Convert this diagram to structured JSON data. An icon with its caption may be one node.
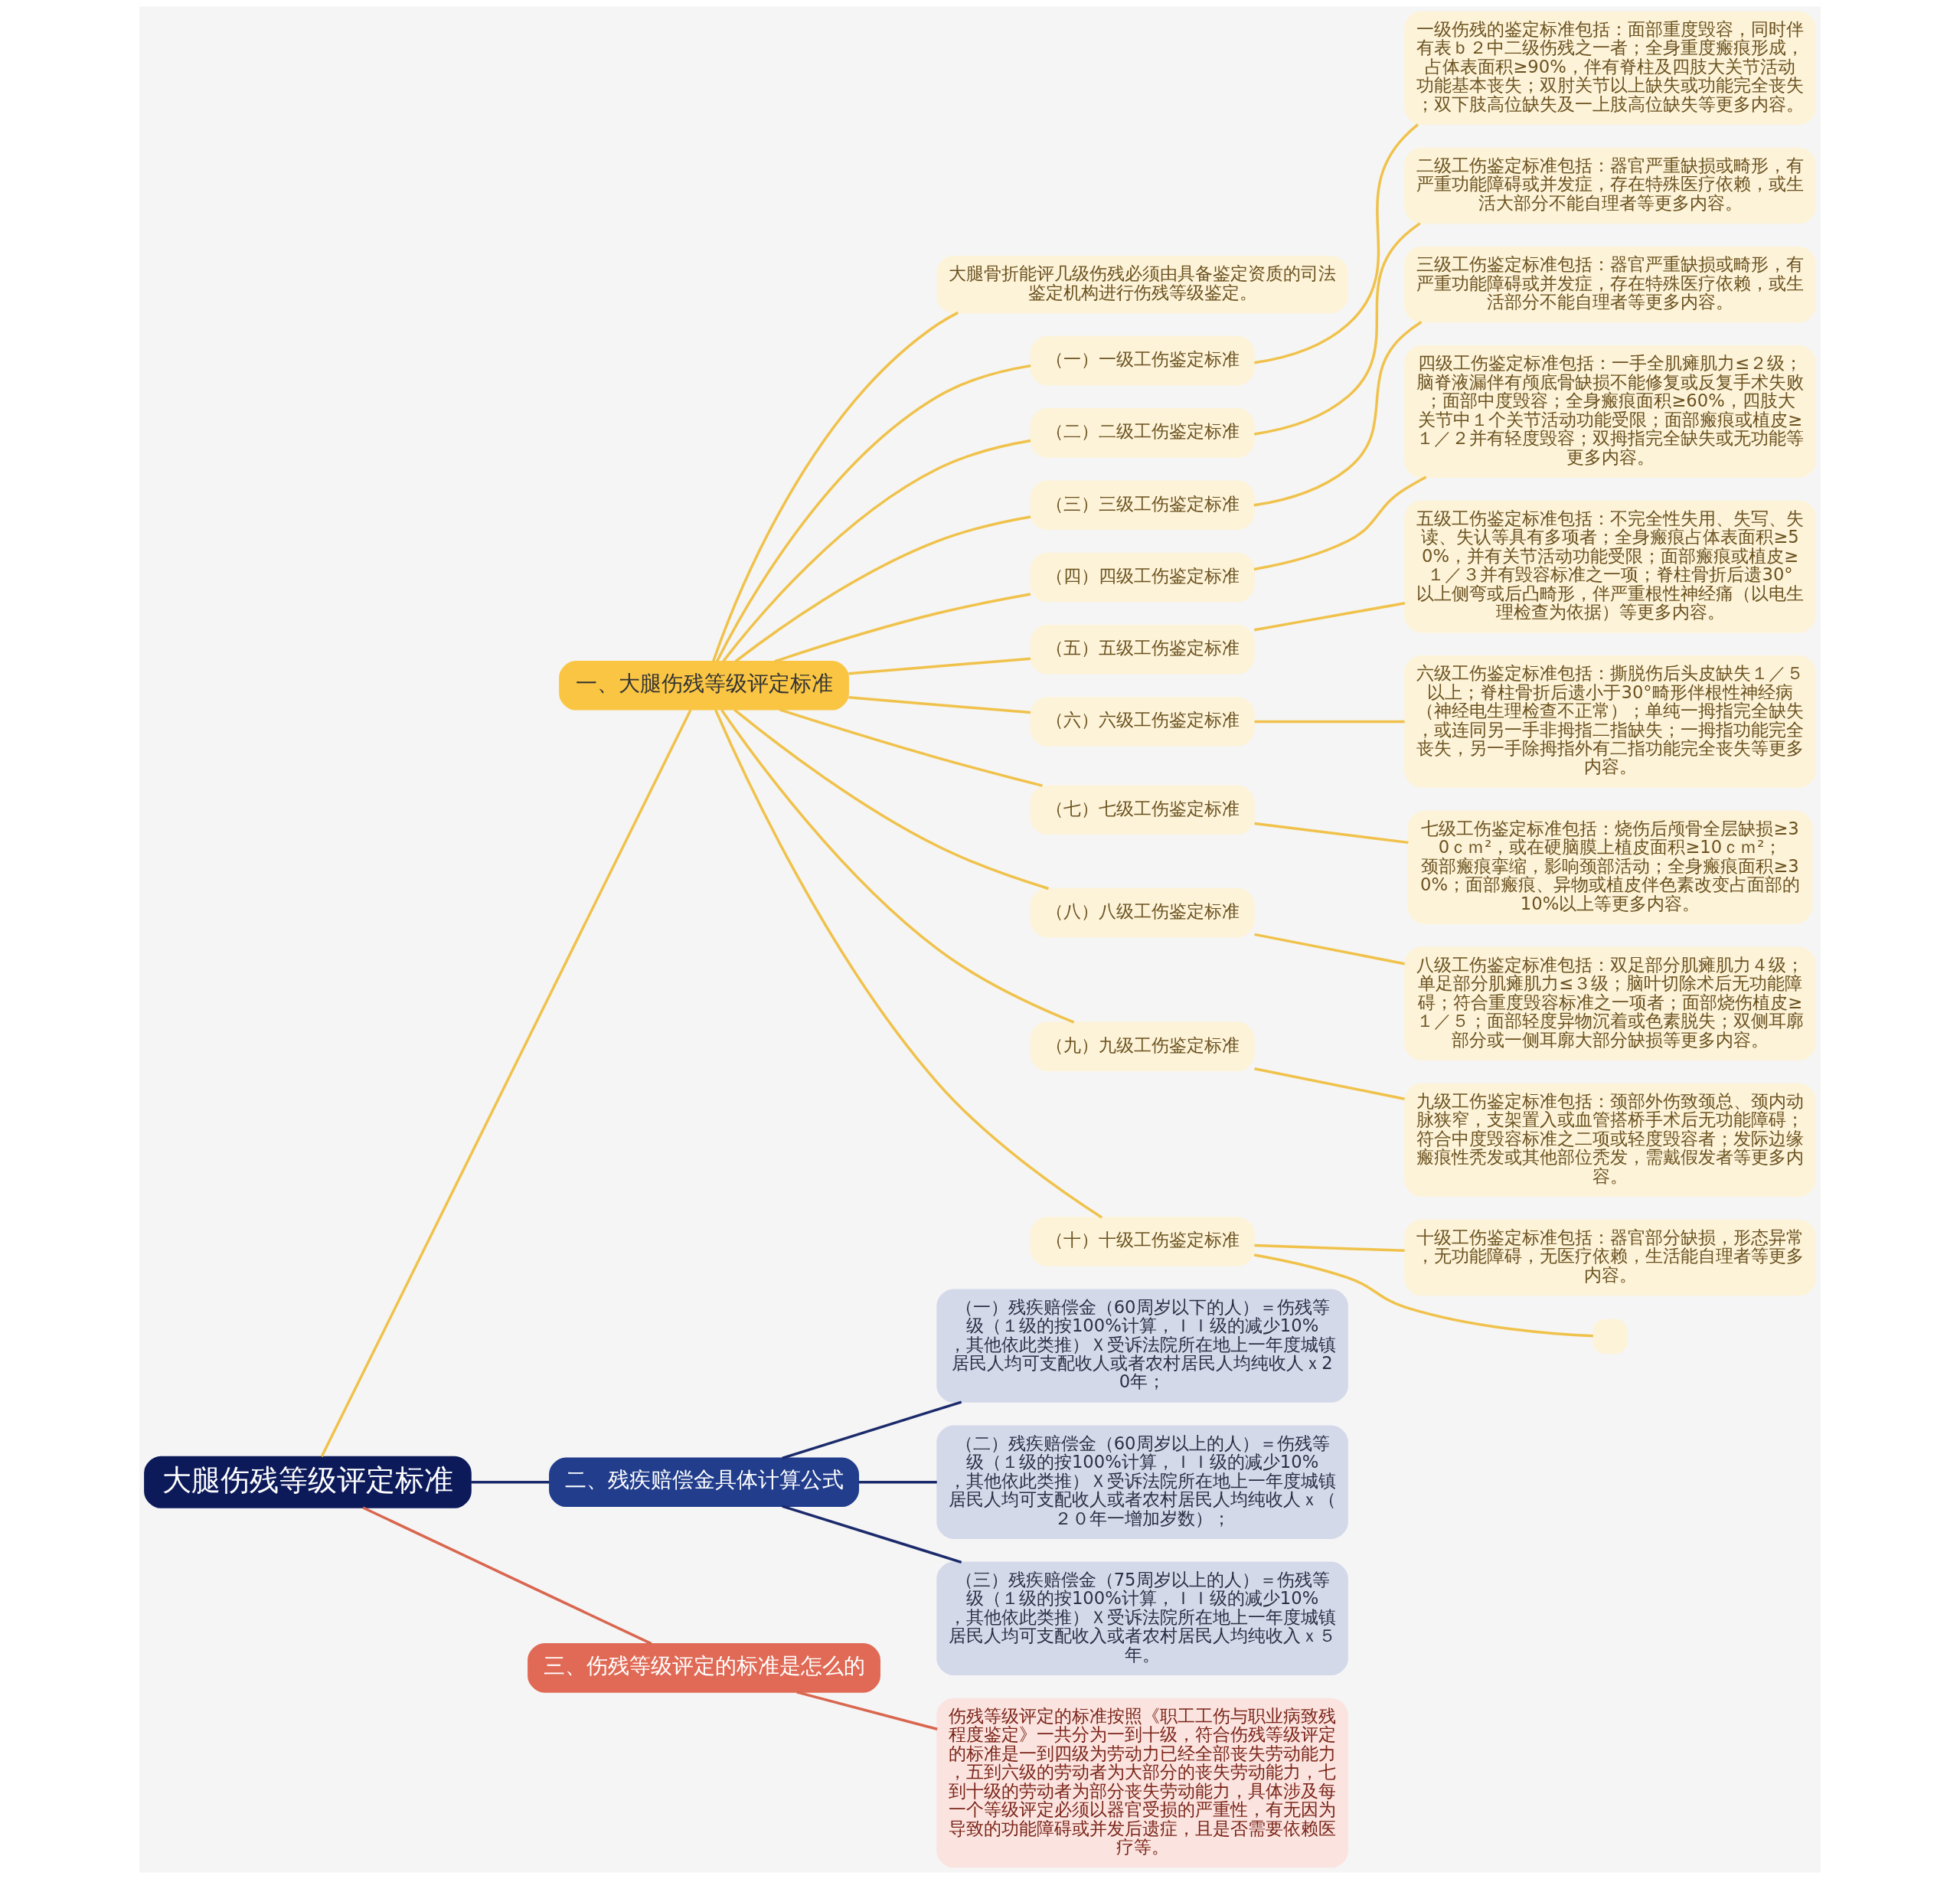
{
  "diagram": {
    "nodes": [
      {
        "text": [
          "大腿伤残等级评定标准"
        ]
      },
      {
        "text": [
          "一、大腿伤残等级评定标准"
        ]
      },
      {
        "text": [
          "大腿骨折能评几级伤残必须由具备鉴定资质的司法鉴定机构进行伤残等级鉴定。"
        ]
      },
      {
        "text": [
          "（一）一级工伤鉴定标准"
        ]
      },
      {
        "text": [
          "一级伤残的鉴定标准包括：面部重度毁容，同时伴有表ｂ２中二级伤残之一者；全身重度瘢痕形成，占体表面积≥90%，伴有脊柱及四肢大关节活动功能基本丧失；双肘关节以上缺失或功能完全丧失；双下肢高位缺失及一上肢高位缺失等更多内容。"
        ]
      },
      {
        "text": [
          "（二）二级工伤鉴定标准"
        ]
      },
      {
        "text": [
          "二级工伤鉴定标准包括：器官严重缺损或畸形，有严重功能障碍或并发症，存在特殊医疗依赖，或生活大部分不能自理者等更多内容。"
        ]
      },
      {
        "text": [
          "（三）三级工伤鉴定标准"
        ]
      },
      {
        "text": [
          "三级工伤鉴定标准包括：器官严重缺损或畸形，有严重功能障碍或并发症，存在特殊医疗依赖，或生活部分不能自理者等更多内容。"
        ]
      },
      {
        "text": [
          "（四）四级工伤鉴定标准"
        ]
      },
      {
        "text": [
          "四级工伤鉴定标准包括：一手全肌瘫肌力≤２级；脑脊液漏伴有颅底骨缺损不能修复或反复手术失败；面部中度毁容；全身瘢痕面积≥60%，四肢大关节中１个关节活动功能受限；面部瘢痕或植皮≥１／２并有轻度毁容；双拇指完全缺失或无功能等更多内容。"
        ]
      },
      {
        "text": [
          "（五）五级工伤鉴定标准"
        ]
      },
      {
        "text": [
          "五级工伤鉴定标准包括：不完全性失用、失写、失读、失认等具有多项者；全身瘢痕占体表面积≥50%，并有关节活动功能受限；面部瘢痕或植皮≥１／３并有毁容标准之一项；脊柱骨折后遗30°以上侧弯或后凸畸形，伴严重根性神经痛（以电生理检查为依据）等更多内容。"
        ]
      },
      {
        "text": [
          "（六）六级工伤鉴定标准"
        ]
      },
      {
        "text": [
          "六级工伤鉴定标准包括：撕脱伤后头皮缺失１／５以上；脊柱骨折后遗小于30°畸形伴根性神经病（神经电生理检查不正常）；单纯一拇指完全缺失，或连同另一手非拇指二指缺失；一拇指功能完全丧失，另一手除拇指外有二指功能完全丧失等更多内容。"
        ]
      },
      {
        "text": [
          "（七）七级工伤鉴定标准"
        ]
      },
      {
        "text": [
          "七级工伤鉴定标准包括：烧伤后颅骨全层缺损≥30ｃｍ²，或在硬脑膜上植皮面积≥10ｃｍ²；颈部瘢痕挛缩，影响颈部活动；全身瘢痕面积≥30%；面部瘢痕、异物或植皮伴色素改变占面部的10%以上等更多内容。"
        ]
      },
      {
        "text": [
          "（八）八级工伤鉴定标准"
        ]
      },
      {
        "text": [
          "八级工伤鉴定标准包括：双足部分肌瘫肌力４级；单足部分肌瘫肌力≤３级；脑叶切除术后无功能障碍；符合重度毁容标准之一项者；面部烧伤植皮≥１／５；面部轻度异物沉着或色素脱失；双侧耳廓部分或一侧耳廓大部分缺损等更多内容。"
        ]
      },
      {
        "text": [
          "（九）九级工伤鉴定标准"
        ]
      },
      {
        "text": [
          "九级工伤鉴定标准包括：颈部外伤致颈总、颈内动脉狭窄，支架置入或血管搭桥手术后无功能障碍；符合中度毁容标准之二项或轻度毁容者；发际边缘瘢痕性秃发或其他部位秃发，需戴假发者等更多内容。"
        ]
      },
      {
        "text": [
          "（十）十级工伤鉴定标准"
        ]
      },
      {
        "text": [
          "十级工伤鉴定标准包括：器官部分缺损，形态异常，无功能障碍，无医疗依赖，生活能自理者等更多内容。"
        ]
      },
      {
        "text": [],
        "shape": "box"
      },
      {
        "text": [
          "二、残疾赔偿金具体计算公式"
        ]
      },
      {
        "text": [
          "（一）残疾赔偿金（60周岁以下的人）＝伤残等级（１级的按100%计算，ＩＩ级的减少10%，其他依此类推）Ｘ受诉法院所在地上一年度城镇居民人均可支配收人或者农村居民人均纯收人ｘ20年；"
        ]
      },
      {
        "text": [
          "（二）残疾赔偿金（60周岁以上的人）＝伤残等级（１级的按100%计算，ＩＩ级的减少10%，其他依此类推）Ｘ受诉法院所在地上一年度城镇居民人均可支配收人或者农村居民人均纯收人ｘ（２０年一增加岁数）；"
        ]
      },
      {
        "text": [
          "（三）残疾赔偿金（75周岁以上的人）＝伤残等级（１级的按100%计算，ＩＩ级的减少10%，其他依此类推）Ｘ受诉法院所在地上一年度城镇居民人均可支配收入或者农村居民人均纯收入ｘ５年。"
        ]
      },
      {
        "text": [
          "三、伤残等级评定的标准是怎么的"
        ]
      },
      {
        "text": [
          "伤残等级评定的标准按照《职工工伤与职业病致残程度鉴定》一共分为一到十级，符合伤残等级评定的标准是一到四级为劳动力已经全部丧失劳动能力，五到六级的劳动者为大部分的丧失劳动能力，七到十级的劳动者为部分丧失劳动能力，具体涉及每一个等级评定必须以器官受损的严重性，有无因为导致的功能障碍或并发后遗症，且是否需要依赖医疗等。"
        ]
      }
    ],
    "edges": [
      {
        "from": 0,
        "to": 1,
        "arrow": "none"
      },
      {
        "from": 1,
        "to": 2,
        "arrow": "none"
      },
      {
        "from": 1,
        "to": 3,
        "arrow": "none"
      },
      {
        "from": 3,
        "to": 4,
        "arrow": "none"
      },
      {
        "from": 1,
        "to": 5,
        "arrow": "none"
      },
      {
        "from": 5,
        "to": 6,
        "arrow": "none"
      },
      {
        "from": 1,
        "to": 7,
        "arrow": "none"
      },
      {
        "from": 7,
        "to": 8,
        "arrow": "none"
      },
      {
        "from": 1,
        "to": 9,
        "arrow": "none"
      },
      {
        "from": 9,
        "to": 10,
        "arrow": "none"
      },
      {
        "from": 1,
        "to": 11,
        "arrow": "none"
      },
      {
        "from": 11,
        "to": 12,
        "arrow": "none"
      },
      {
        "from": 1,
        "to": 13,
        "arrow": "none"
      },
      {
        "from": 13,
        "to": 14,
        "arrow": "none"
      },
      {
        "from": 1,
        "to": 15,
        "arrow": "none"
      },
      {
        "from": 15,
        "to": 16,
        "arrow": "none"
      },
      {
        "from": 1,
        "to": 17,
        "arrow": "none"
      },
      {
        "from": 17,
        "to": 18,
        "arrow": "none"
      },
      {
        "from": 1,
        "to": 19,
        "arrow": "none"
      },
      {
        "from": 19,
        "to": 20,
        "arrow": "none"
      },
      {
        "from": 1,
        "to": 21,
        "arrow": "none"
      },
      {
        "from": 21,
        "to": 22,
        "arrow": "none"
      },
      {
        "from": 21,
        "to": 23,
        "arrow": "none"
      },
      {
        "from": 0,
        "to": 24,
        "arrow": "none",
        "color": "#1b2a6b"
      },
      {
        "from": 24,
        "to": 25,
        "arrow": "none",
        "color": "#1b2a6b"
      },
      {
        "from": 24,
        "to": 26,
        "arrow": "none",
        "color": "#1b2a6b"
      },
      {
        "from": 24,
        "to": 27,
        "arrow": "none",
        "color": "#1b2a6b"
      },
      {
        "from": 0,
        "to": 28,
        "arrow": "none",
        "color": "#d9664f"
      },
      {
        "from": 28,
        "to": 29,
        "arrow": "none",
        "color": "#d9664f"
      }
    ]
  }
}
